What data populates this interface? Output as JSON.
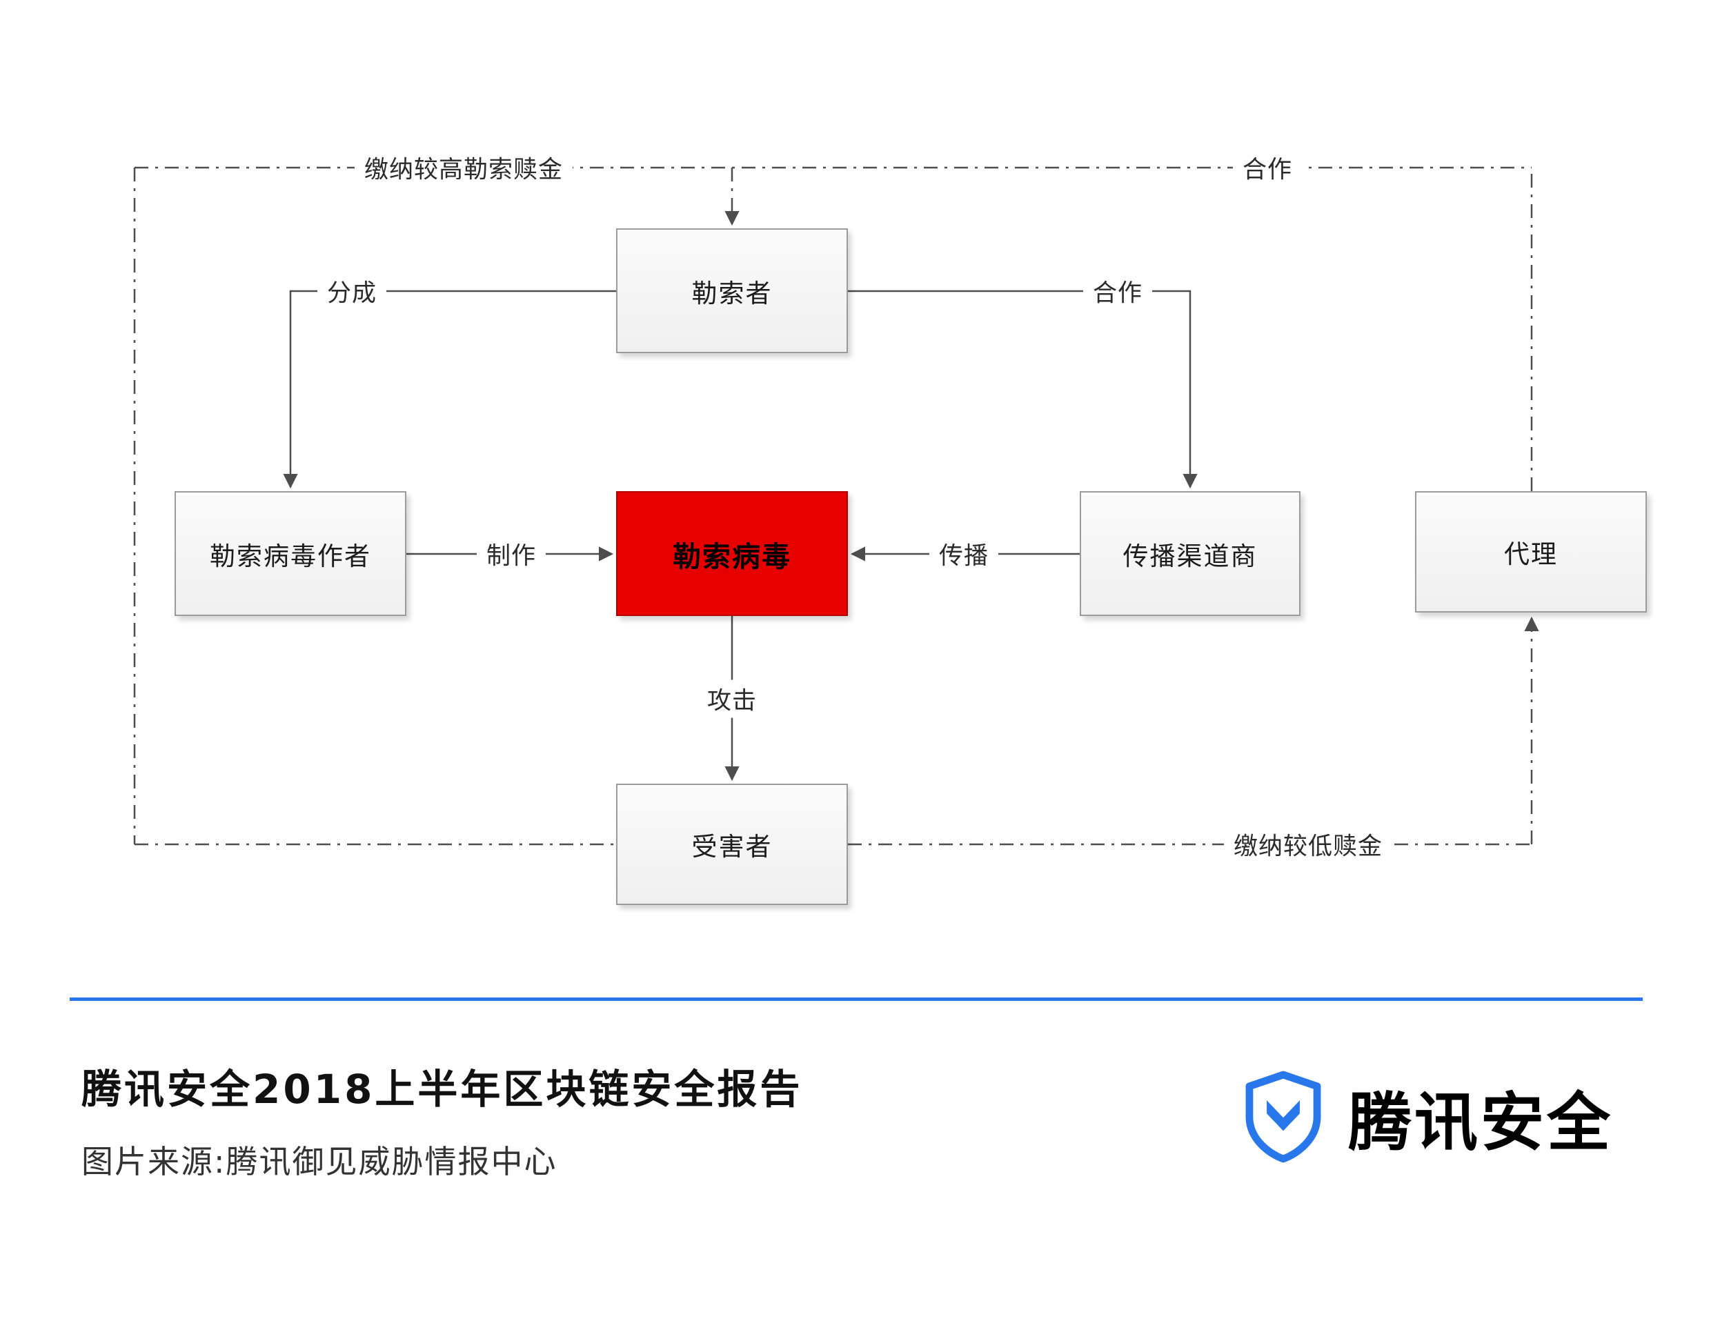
{
  "diagram": {
    "nodes": {
      "extortionist": "勒索者",
      "author": "勒索病毒作者",
      "ransomware": "勒索病毒",
      "channel": "传播渠道商",
      "agent": "代理",
      "victim": "受害者"
    },
    "edge_labels": {
      "pay_high": "缴纳较高勒索赎金",
      "coop_top": "合作",
      "share": "分成",
      "coop": "合作",
      "create": "制作",
      "spread": "传播",
      "attack": "攻击",
      "pay_low": "缴纳较低赎金"
    },
    "highlight_color": "#e60000",
    "line_color": "#4d4d4d"
  },
  "footer": {
    "title": "腾讯安全2018上半年区块链安全报告",
    "source": "图片来源:腾讯御见威胁情报中心",
    "brand": "腾讯安全",
    "accent": "#2878eb"
  }
}
